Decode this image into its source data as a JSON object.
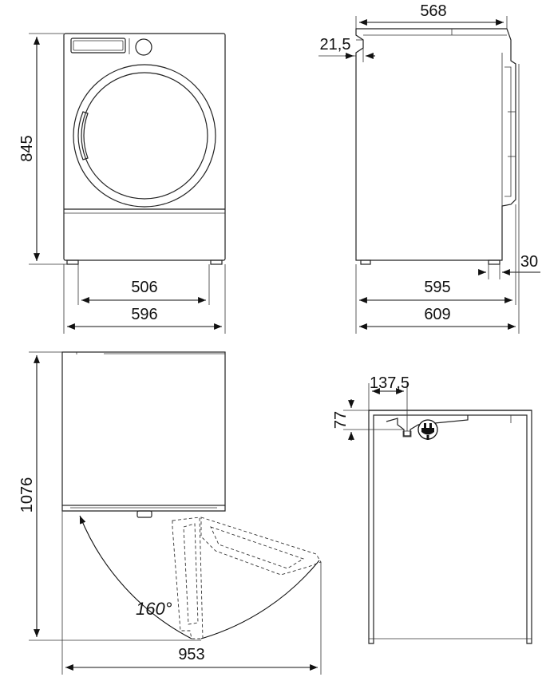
{
  "dimensions": {
    "front_height": "845",
    "front_feet_width": "506",
    "front_width": "596",
    "side_depth_top": "568",
    "side_panel_offset": "21,5",
    "side_depth_body": "595",
    "side_depth_total": "609",
    "side_foot_offset": "30",
    "top_height": "1076",
    "top_open_width": "953",
    "door_angle": "160°",
    "back_inlet_offset": "137,5",
    "back_inlet_height": "77"
  },
  "icons": {
    "power_plug": "plug-icon"
  }
}
